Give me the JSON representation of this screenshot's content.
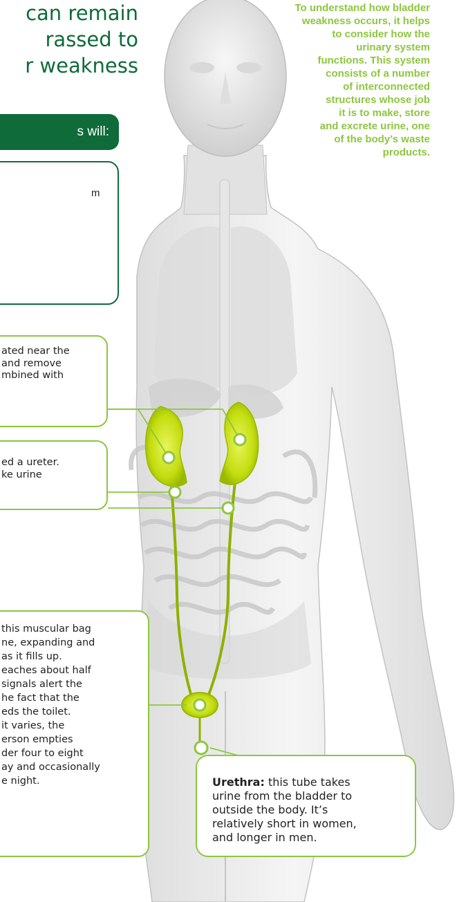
{
  "headline": {
    "lines": [
      " can remain",
      "rassed to",
      "r weakness"
    ]
  },
  "intro_text": {
    "lines": [
      "To understand how bladder",
      "weakness occurs, it helps",
      "to consider how the",
      "urinary system",
      "functions. This system",
      "consists of a number",
      "of interconnected",
      "structures whose job",
      "it is to make, store",
      "and excrete urine, one",
      "of the body’s waste",
      "products."
    ]
  },
  "objectives_bar": {
    "text": "s will:"
  },
  "objectives_panel": {
    "fragment": "m"
  },
  "kidneys_callout": {
    "lines": [
      "ated near the",
      "and remove",
      "mbined with"
    ]
  },
  "ureter_callout": {
    "lines": [
      "ed a ureter.",
      "ke urine"
    ]
  },
  "bladder_callout": {
    "lines": [
      "this muscular bag",
      "ne, expanding and",
      " as it fills up.",
      "eaches about half",
      " signals alert the",
      "he fact that the",
      "eds the toilet.",
      " it varies, the",
      "erson empties",
      "der four to eight",
      "ay and occasionally",
      "e night."
    ]
  },
  "urethra_callout": {
    "term": "Urethra:",
    "first_line_rest": " this tube takes",
    "lines": [
      "urine from the bladder to",
      "outside the body. It’s",
      "relatively short in women,",
      "and longer in men."
    ]
  },
  "colors": {
    "dark_green": "#0f6b3a",
    "lime_green": "#8dc63f",
    "organ_yellow": "#c7e000"
  },
  "icons": [
    "human-body-illustration",
    "kidney-icon",
    "ureter-icon",
    "bladder-icon",
    "urethra-icon"
  ]
}
